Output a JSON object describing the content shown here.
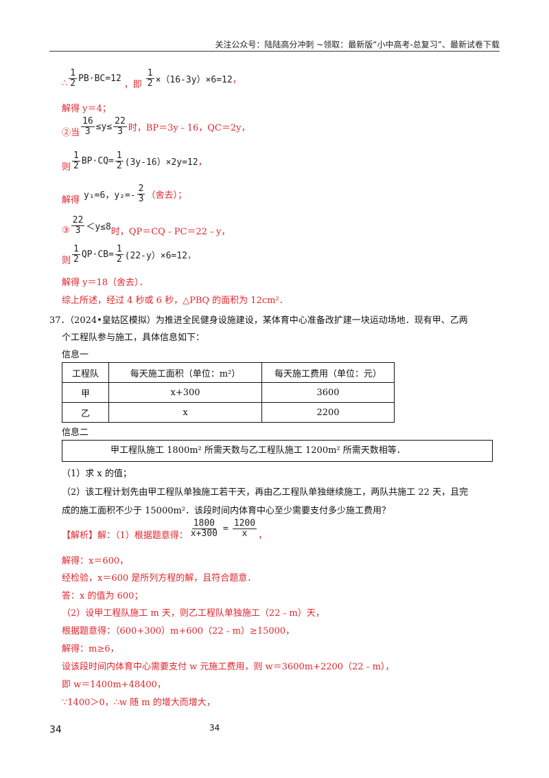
{
  "header": {
    "text": "关注公众号：陆陆高分冲刺  ~领取：最新版“小中高考-总复习”、最新试卷下载"
  },
  "solution_part1": {
    "l1_prefix": "∴",
    "l1_frac_num": "1",
    "l1_frac_den": "2",
    "l1_expr": "PB·BC=12",
    "l1_mid": "，即",
    "l1_frac2_num": "1",
    "l1_frac2_den": "2",
    "l1_expr2": "×（16-3y）×6=12",
    "l1_end": "，",
    "l2": "解得 y＝4；",
    "l3_prefix": "②当",
    "l3_frac_num": "16",
    "l3_frac_den": "3",
    "l3_mid": "≤y≤",
    "l3_frac2_num": "22",
    "l3_frac2_den": "3",
    "l3_end": "时，BP＝3y﹣16，QC＝2y，",
    "l4_prefix": "则",
    "l4_frac_num": "1",
    "l4_frac_den": "2",
    "l4_expr": "BP·CQ=",
    "l4_frac2_num": "1",
    "l4_frac2_den": "2",
    "l4_expr2": "(3y-16）×2y=12",
    "l4_end": "，",
    "l5_prefix": "解得",
    "l5_expr": "y₁=6，y₂=-",
    "l5_frac_num": "2",
    "l5_frac_den": "3",
    "l5_end": "（舍去）；",
    "l6_prefix": "③",
    "l6_frac_num": "22",
    "l6_frac_den": "3",
    "l6_mid": "＜y≤8",
    "l6_end": "时，QP＝CQ﹣PC＝22﹣y，",
    "l7_prefix": "则",
    "l7_frac_num": "1",
    "l7_frac_den": "2",
    "l7_expr": "QP·CB=",
    "l7_frac2_num": "1",
    "l7_frac2_den": "2",
    "l7_expr2": "(22-y）×6=12",
    "l7_end": "，",
    "l8": "解得 y＝18（舍去）．",
    "l9": "综上所述，经过 4 秒或 6 秒，△PBQ 的面积为 12cm²．"
  },
  "problem": {
    "line1": "37．（2024•皇姑区模拟）为推进全民健身设施建设，某体育中心准备改扩建一块运动场地．现有甲、乙两",
    "line2": "个工程队参与施工，具体信息如下：",
    "info1_label": "信息一",
    "table_headers": [
      "工程队",
      "每天施工面积（单位：m²）",
      "每天施工费用（单位：元）"
    ],
    "table_rows": [
      [
        "甲",
        "x+300",
        "3600"
      ],
      [
        "乙",
        "x",
        "2200"
      ]
    ],
    "info2_label": "信息二",
    "info2_text": "甲工程队施工 1800m² 所需天数与乙工程队施工 1200m² 所需天数相等．",
    "q1": "（1）求 x 的值；",
    "q2_line1": "（2）该工程计划先由甲工程队单独施工若干天，再由乙工程队单独继续施工，两队共施工 22 天，且完",
    "q2_line2": "成的施工面积不少于 15000m²．该段时间内体育中心至少需要支付多少施工费用？"
  },
  "analysis": {
    "l1_prefix": "【解析】解：（1）根据题意得：",
    "l1_frac_num": "1800",
    "l1_frac_den": "x+300",
    "l1_eq": "=",
    "l1_frac2_num": "1200",
    "l1_frac2_den": "x",
    "l1_end": "，",
    "l2": "解得：x＝600，",
    "l3": "经检验，x＝600 是所列方程的解，且符合题意．",
    "l4": "答：x 的值为 600；",
    "l5": "（2）设甲工程队施工 m 天，则乙工程队单独施工（22﹣m）天，",
    "l6": "根据题意得：（600+300）m+600（22﹣m）≥15000，",
    "l7": "解得：m≥6，",
    "l8": "设该段时间内体育中心需要支付 w 元施工费用，则 w＝3600m+2200（22﹣m），",
    "l9": "即 w＝1400m+48400，",
    "l10": "∵1400＞0，∴w 随 m 的增大而增大，"
  },
  "footer": {
    "left_page": "34",
    "center_page": "34"
  }
}
